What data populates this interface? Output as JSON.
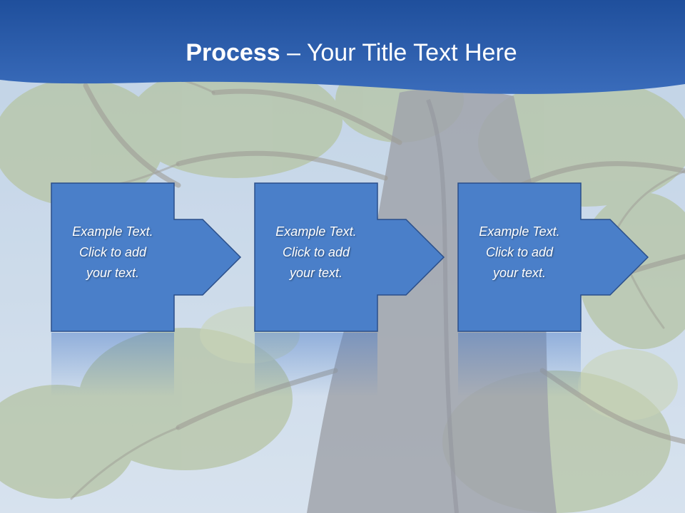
{
  "title": {
    "bold": "Process",
    "dash": " – ",
    "rest": "Your Title Text Here"
  },
  "colors": {
    "header_blue": "#2f5fae",
    "box_fill": "#4a7fc9",
    "box_border": "#2b4f8a",
    "sky": "#c9d9ea",
    "foliage": "#a7b98a",
    "trunk": "#8b8c92"
  },
  "steps": [
    {
      "line1": "Example Text.",
      "line2": "Click  to add",
      "line3": "your text."
    },
    {
      "line1": "Example Text.",
      "line2": "Click  to add",
      "line3": "your text."
    },
    {
      "line1": "Example Text.",
      "line2": "Click  to add",
      "line3": "your text."
    }
  ]
}
